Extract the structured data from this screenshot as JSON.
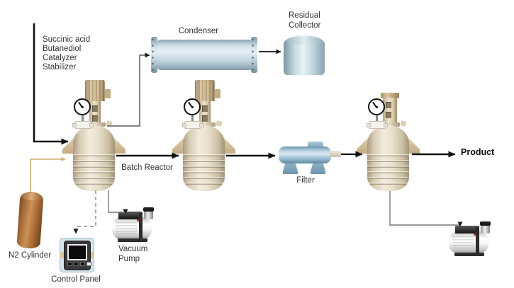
{
  "diagram": {
    "feed_inputs": {
      "components": [
        "Succinic acid",
        "Butanediol",
        "Catalyzer",
        "Stabilizer"
      ]
    },
    "equipment": {
      "condenser": {
        "label": "Condenser"
      },
      "residual_collector": {
        "label_line1": "Residual",
        "label_line2": "Collector"
      },
      "batch_reactor": {
        "label": "Batch Reactor"
      },
      "filter": {
        "label": "Filter"
      },
      "n2_cylinder": {
        "label": "N2 Cylinder"
      },
      "control_panel": {
        "label": "Control Panel"
      },
      "vacuum_pump": {
        "label_line1": "Vacuum",
        "label_line2": "Pump"
      }
    },
    "output": {
      "label": "Product"
    },
    "colors": {
      "flow_line": "#111111",
      "utility_line": "#777777",
      "n2_line": "#d2ae6a",
      "signal_line_dashed": "#8a8a8a",
      "vessel_blue": "#c4d8e1",
      "reactor_cream": "#e9e0cb",
      "motor_tan": "#cdb78c",
      "cylinder_brown": "#b1763f",
      "panel_blue": "#d4e6ec"
    }
  }
}
